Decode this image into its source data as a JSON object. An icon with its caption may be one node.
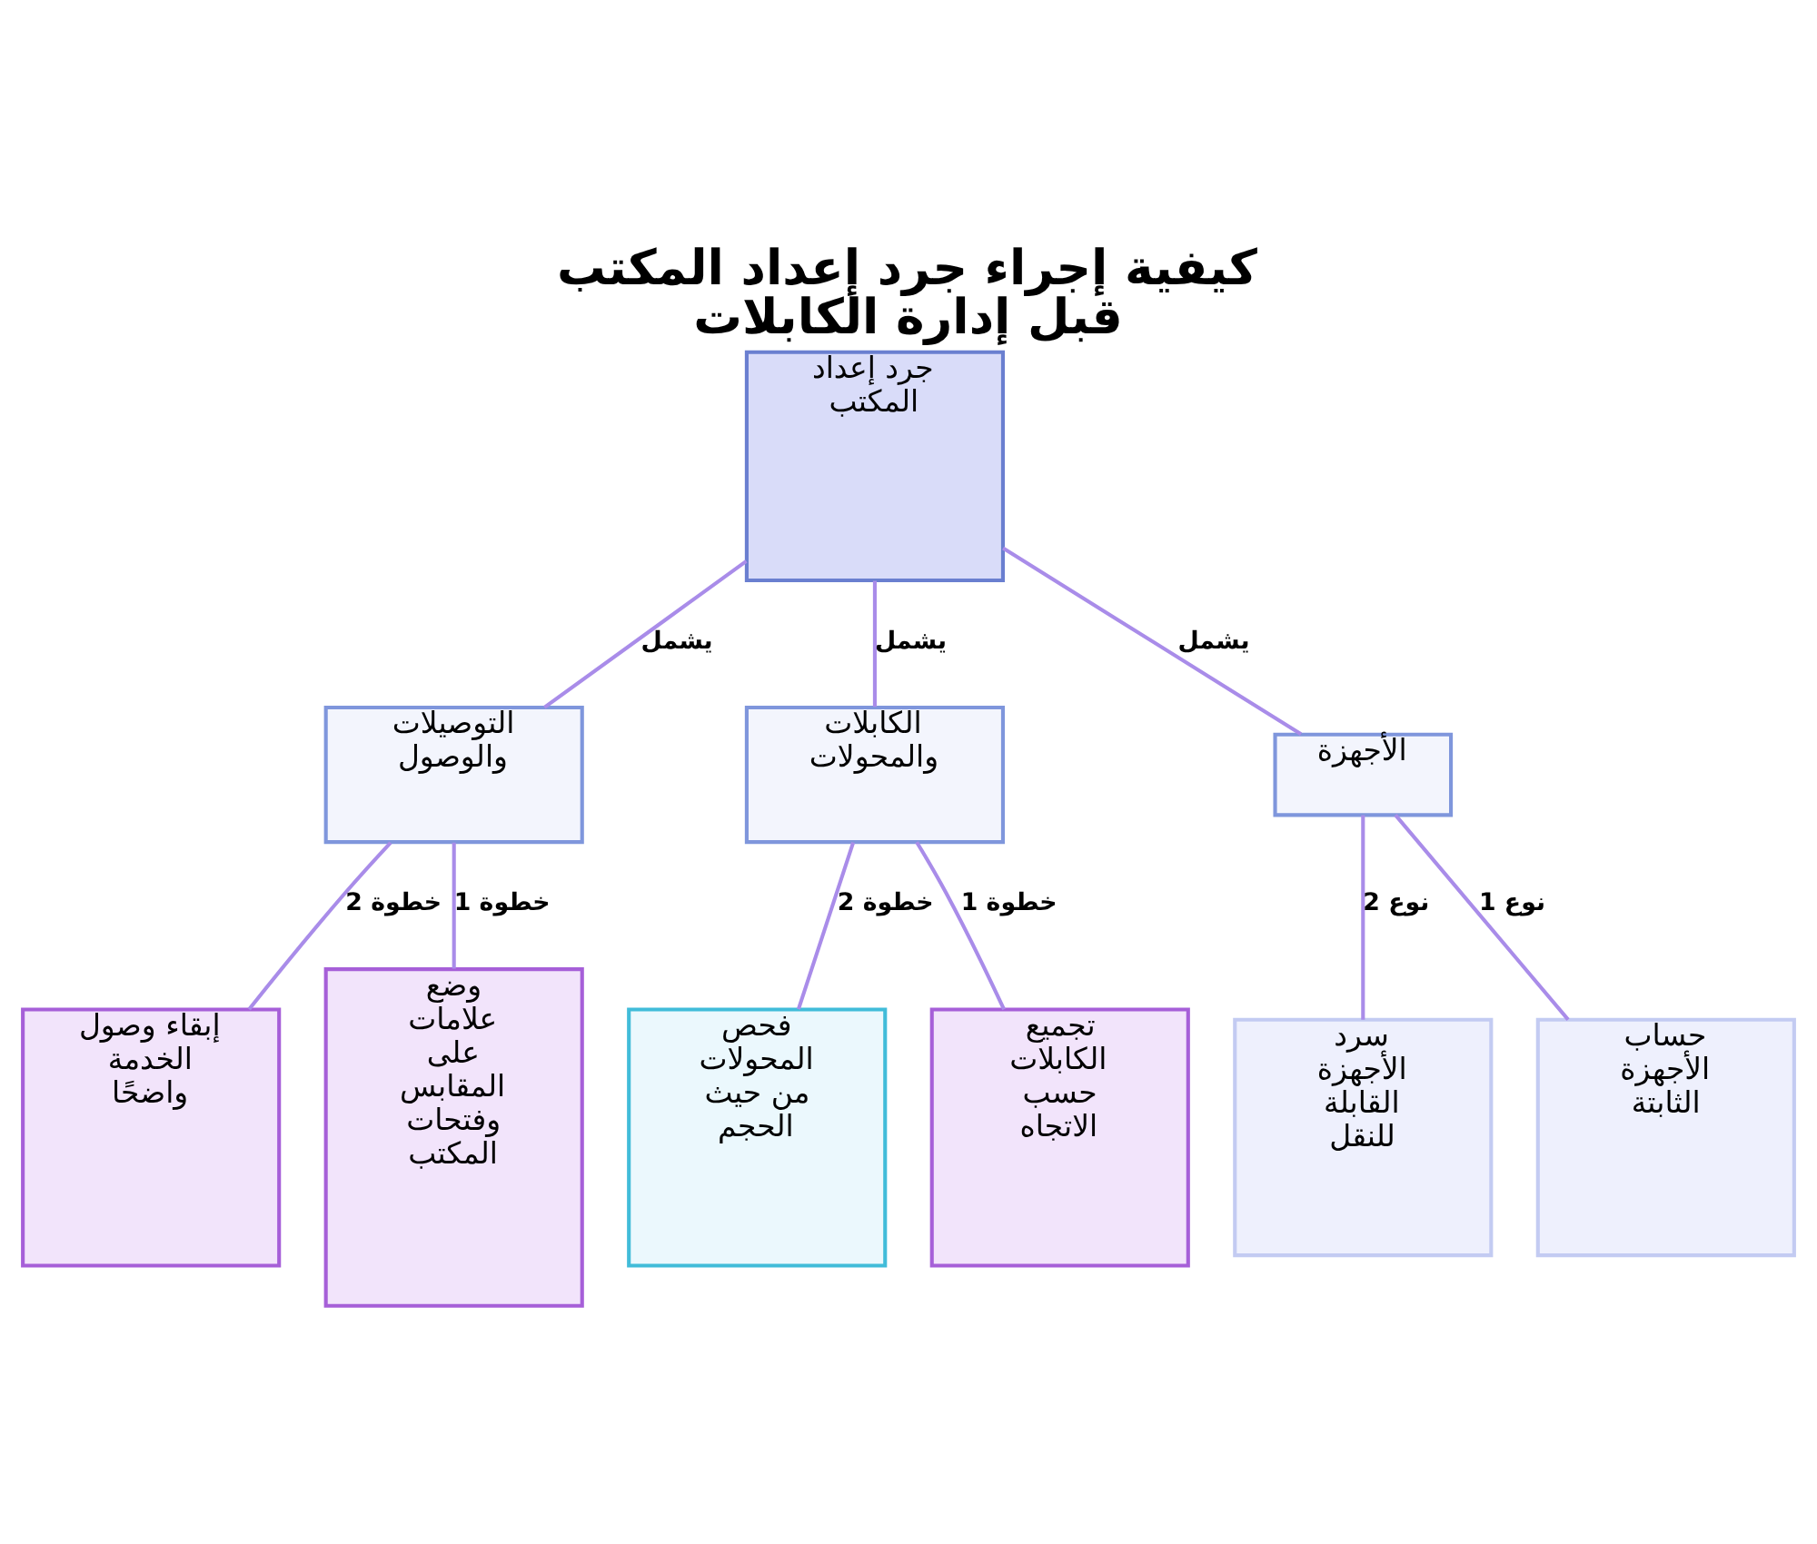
{
  "diagram": {
    "title": "كيفية إجراء جرد إعداد المكتب قبل إدارة الكابلات",
    "nodes": [
      {
        "text": [
          "جرد إعداد المكتب"
        ]
      },
      {
        "text": [
          "الأجهزة"
        ]
      },
      {
        "text": [
          "الكابلات والمحولات"
        ]
      },
      {
        "text": [
          "التوصيلات والوصول"
        ]
      },
      {
        "text": [
          "حساب الأجهزة الثابتة"
        ]
      },
      {
        "text": [
          "سرد الأجهزة القابلة للنقل"
        ]
      },
      {
        "text": [
          "تجميع الكابلات حسب الاتجاه"
        ]
      },
      {
        "text": [
          "فحص المحولات من حيث الحجم"
        ]
      },
      {
        "text": [
          "وضع علامات على المقابس وفتحات المكتب"
        ]
      },
      {
        "text": [
          "إبقاء وصول الخدمة واضحًا"
        ]
      }
    ],
    "edges": [
      {
        "from": 0,
        "to": 3,
        "arrow": "none",
        "label": "يشمل"
      },
      {
        "from": 0,
        "to": 2,
        "arrow": "none",
        "label": "يشمل"
      },
      {
        "from": 0,
        "to": 1,
        "arrow": "none",
        "label": "يشمل"
      },
      {
        "from": 3,
        "to": 9,
        "arrow": "none",
        "label": "خطوة 2"
      },
      {
        "from": 3,
        "to": 8,
        "arrow": "none",
        "label": "خطوة 1"
      },
      {
        "from": 2,
        "to": 7,
        "arrow": "none",
        "label": "خطوة 2"
      },
      {
        "from": 2,
        "to": 6,
        "arrow": "none",
        "label": "خطوة 1"
      },
      {
        "from": 1,
        "to": 5,
        "arrow": "none",
        "label": "نوع 2"
      },
      {
        "from": 1,
        "to": 4,
        "arrow": "none",
        "label": "نوع 1"
      }
    ]
  }
}
